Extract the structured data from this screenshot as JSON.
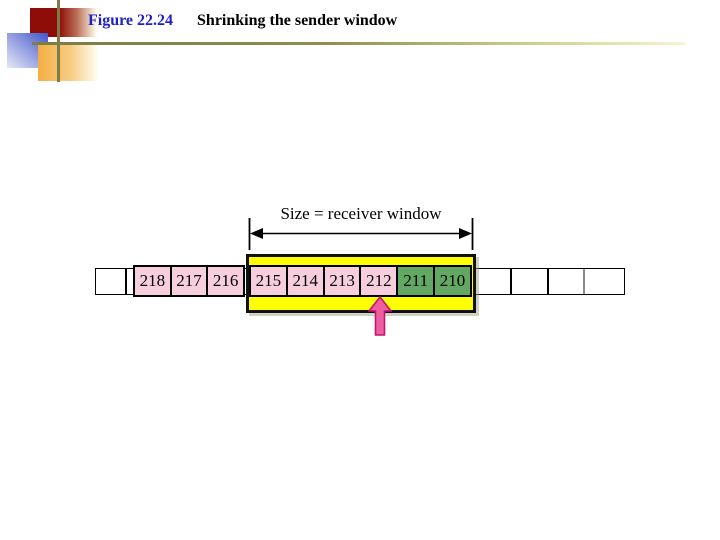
{
  "header": {
    "figure_label": "Figure 22.24",
    "figure_title": "Shrinking the sender window"
  },
  "diagram": {
    "size_label": "Size = receiver window",
    "left_cells": [
      {
        "label": "218",
        "color": "pink"
      },
      {
        "label": "217",
        "color": "pink"
      },
      {
        "label": "216",
        "color": "pink"
      }
    ],
    "window_cells": [
      {
        "label": "215",
        "color": "pink"
      },
      {
        "label": "214",
        "color": "pink"
      },
      {
        "label": "213",
        "color": "pink"
      },
      {
        "label": "212",
        "color": "pink"
      },
      {
        "label": "211",
        "color": "green"
      },
      {
        "label": "210",
        "color": "green"
      }
    ],
    "empty_cells_left": 1,
    "empty_cells_right": 4,
    "colors": {
      "window_fill": "#ffff00",
      "cell_pink": "#f6cedd",
      "cell_green": "#62a862",
      "pointer_fill": "#ef5f9f",
      "pointer_outline": "#c21472",
      "figure_label_blue": "#1f1fc8",
      "accent_olive": "#7d7b46",
      "accent_red": "#8e0d08",
      "accent_orange": "#f3ae41",
      "accent_blue": "#4156cd"
    }
  }
}
